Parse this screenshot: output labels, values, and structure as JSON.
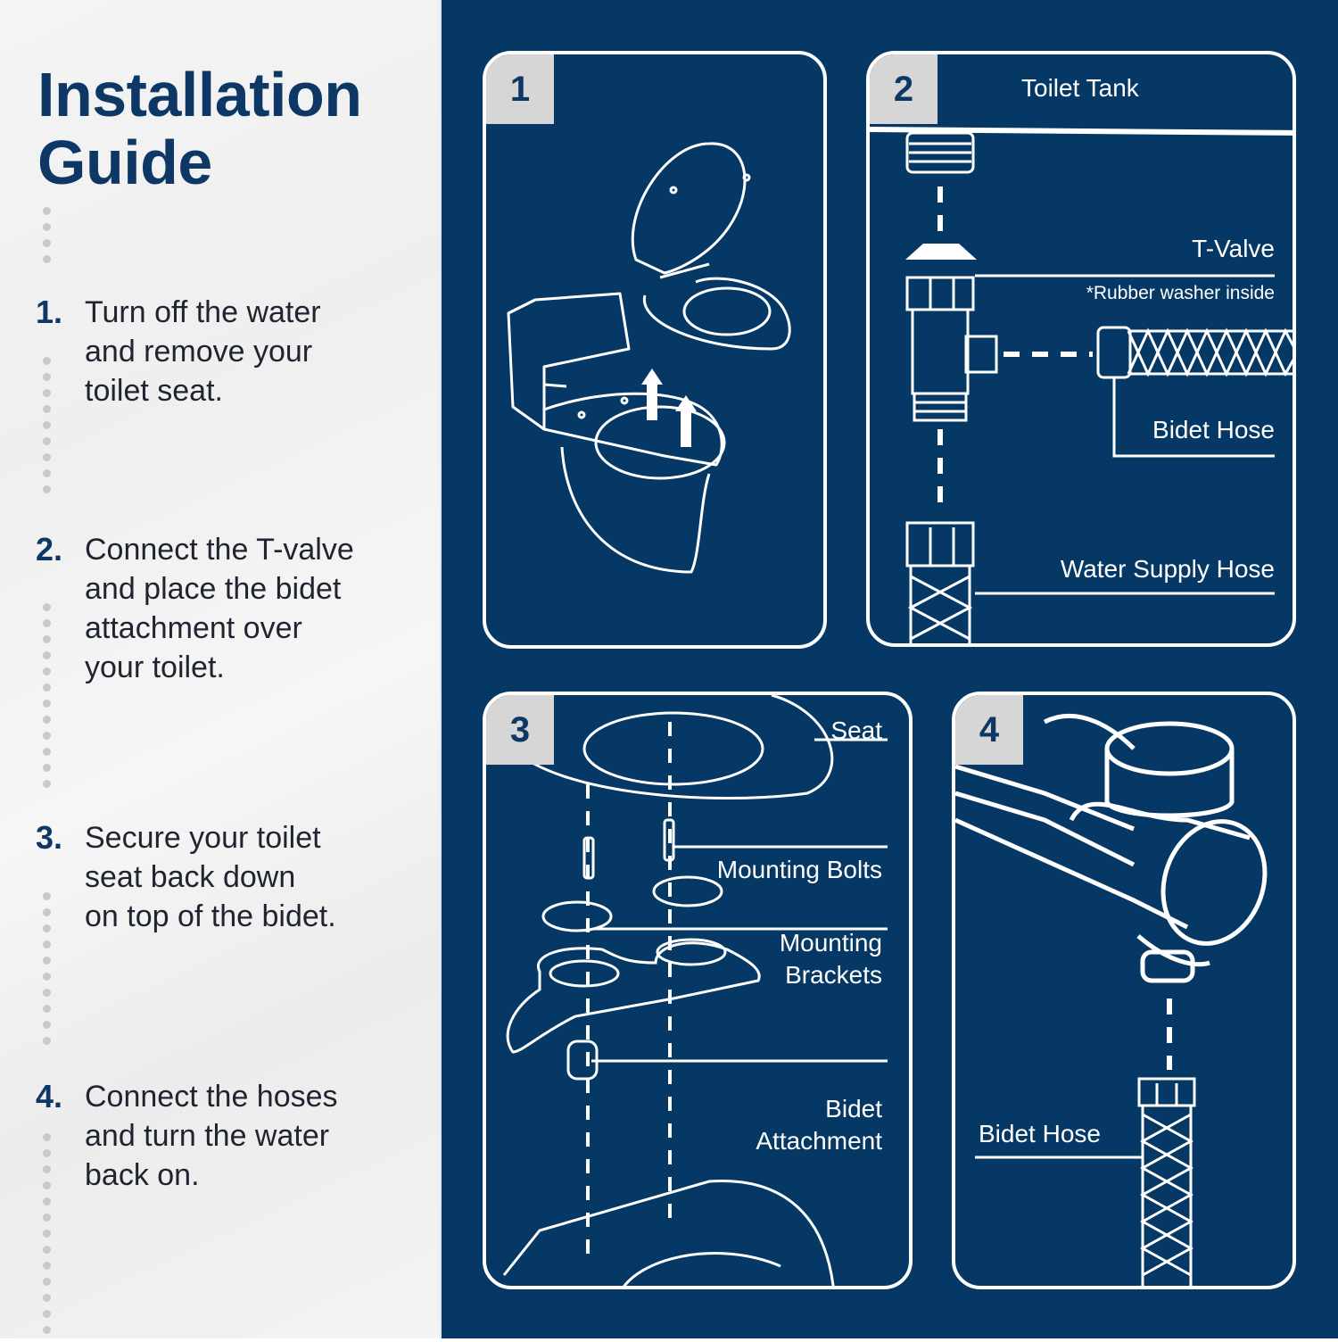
{
  "sidebar": {
    "title_line1": "Installation",
    "title_line2": "Guide",
    "steps": [
      {
        "number": "1.",
        "text": "Turn off the water\nand remove your\ntoilet seat."
      },
      {
        "number": "2.",
        "text": "Connect the T-valve\nand place the bidet\nattachment over\nyour toilet."
      },
      {
        "number": "3.",
        "text": "Secure your toilet\nseat back down\non top of the bidet."
      },
      {
        "number": "4.",
        "text": "Connect the hoses\nand turn the water\nback on."
      }
    ]
  },
  "panels": [
    {
      "badge": "1",
      "labels": []
    },
    {
      "badge": "2",
      "labels": [
        "Toilet Tank",
        "T-Valve",
        "*Rubber washer inside",
        "Bidet Hose",
        "Water Supply Hose"
      ]
    },
    {
      "badge": "3",
      "labels": [
        "Seat",
        "Mounting Bolts",
        "Mounting\nBrackets",
        "Bidet\nAttachment"
      ]
    },
    {
      "badge": "4",
      "labels": [
        "Bidet Hose"
      ]
    }
  ],
  "colors": {
    "navy": "#063865",
    "title_blue": "#0d3866",
    "badge_gray": "#d6d6d6",
    "line_white": "#ffffff"
  }
}
